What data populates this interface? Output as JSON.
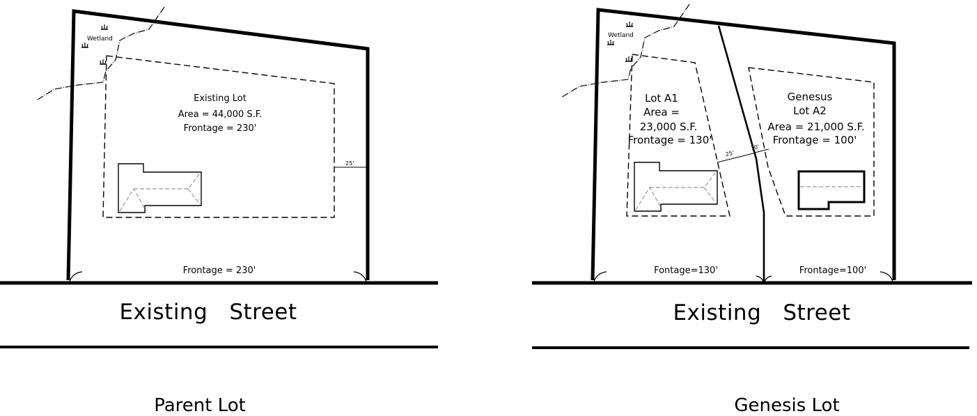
{
  "parent": {
    "wetland_label": "Wetland",
    "lot_title": "Existing Lot",
    "lot_area": "Area = 44,000 S.F.",
    "lot_frontage": "Frontage = 230'",
    "setback_label": "25'",
    "street_frontage": "Frontage = 230'",
    "street_name": "Existing   Street",
    "caption": "Parent Lot"
  },
  "genesis": {
    "wetland_label": "Wetland",
    "lotA1_title": "Lot A1",
    "lotA1_area_line1": "Area =",
    "lotA1_area_line2": "23,000 S.F.",
    "lotA1_frontage": "Frontage = 130'",
    "lotA2_title_line1": "Genesus",
    "lotA2_title_line2": "Lot A2",
    "lotA2_area": "Area = 21,000 S.F.",
    "lotA2_frontage": "Frontage = 100'",
    "setback_a1": "25'",
    "setback_a2": "10'",
    "street_frontage_a1": "Fontage=130'",
    "street_frontage_a2": "Frontage=100'",
    "street_name": "Existing   Street",
    "caption": "Genesis Lot"
  }
}
